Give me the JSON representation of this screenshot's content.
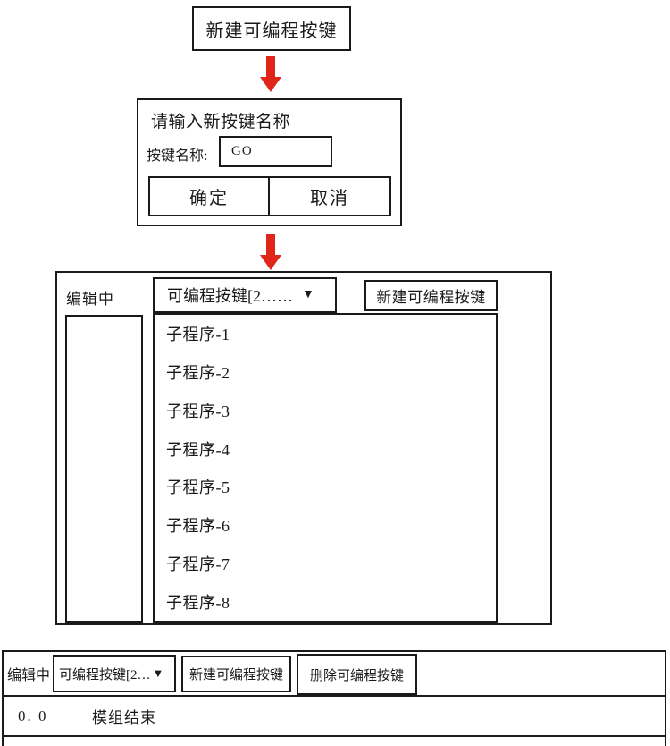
{
  "top_flow_button": {
    "label": "新建可编程按键"
  },
  "dialog": {
    "title": "请输入新按键名称",
    "name_label": "按键名称:",
    "name_value": "GO",
    "ok_label": "确定",
    "cancel_label": "取消"
  },
  "panel": {
    "status_label": "编辑中",
    "dropdown_label": "可编程按键[2……",
    "caret": "▼",
    "new_button_label": "新建可编程按键",
    "subroutines": [
      "子程序-1",
      "子程序-2",
      "子程序-3",
      "子程序-4",
      "子程序-5",
      "子程序-6",
      "子程序-7",
      "子程序-8"
    ]
  },
  "toolbar": {
    "status_label": "编辑中",
    "dropdown_label": "可编程按键[2…",
    "caret": "▼",
    "new_button_label": "新建可编程按键",
    "delete_button_label": "删除可编程按键",
    "time_value": "0. 0",
    "module_end_label": "模组结束"
  },
  "colors": {
    "arrow_red": "#e0251b",
    "line_black": "#1a1a1a"
  }
}
